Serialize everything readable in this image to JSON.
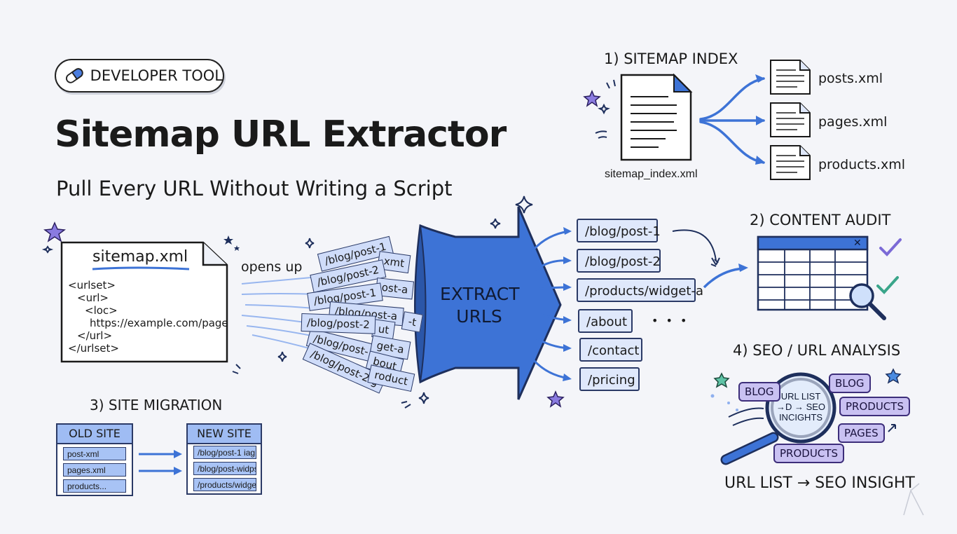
{
  "header": {
    "badge": "DEVELOPER TOOL",
    "title": "Sitemap URL Extractor",
    "subtitle": "Pull Every URL Without Writing a Script"
  },
  "sitemap_file": {
    "name": "sitemap.xml",
    "code": [
      "<urlset>",
      "<url>",
      "<loc>",
      "https://example.com/page",
      "</url>",
      "</urlset>"
    ],
    "opens_label": "opens up"
  },
  "strips": [
    "/blog/post-1",
    "xmt",
    "/blog/post-2",
    "ost-a",
    "/blog/post-1",
    "/blog/post-a",
    "-t",
    "/blog/post-2",
    "ut",
    "/blog/post-1",
    "get-a",
    "/blog/post-2.g",
    "bout",
    "roduct"
  ],
  "funnel": {
    "label_line1": "EXTRACT",
    "label_line2": "URLS"
  },
  "urls": [
    "/blog/post-1",
    "/blog/post-2",
    "/products/widget-a",
    "/about",
    "/contact",
    "/pricing"
  ],
  "ellipsis": "• • •",
  "sitemap_index": {
    "heading": "1) SITEMAP INDEX",
    "file": "sitemap_index.xml",
    "children": [
      "posts.xml",
      "pages.xml",
      "products.xml"
    ]
  },
  "content_audit": {
    "heading": "2) CONTENT AUDIT",
    "close": "✕"
  },
  "site_migration": {
    "heading": "3) SITE MIGRATION",
    "old_title": "OLD SITE",
    "old_rows": [
      "post-xml",
      "pages.xml",
      "products..."
    ],
    "new_title": "NEW SITE",
    "new_rows": [
      "/blog/post-1 iag",
      "/blog/post-widps",
      "/products/widget"
    ]
  },
  "seo": {
    "heading": "4) SEO / URL ANALYSIS",
    "lens_line1": "URL LIST",
    "lens_line2": "→D → SEO",
    "lens_line3": "INCIGHTS",
    "tags": [
      "BLOG",
      "BLOG",
      "PRODUCTS",
      "PAGES",
      "PRODUCTS"
    ],
    "footer": "URL LIST → SEO INSIGHT"
  },
  "colors": {
    "accent": "#3d73d6",
    "dark": "#1e2f5c",
    "purple": "#7b6ad6",
    "teal": "#3aa58a"
  }
}
